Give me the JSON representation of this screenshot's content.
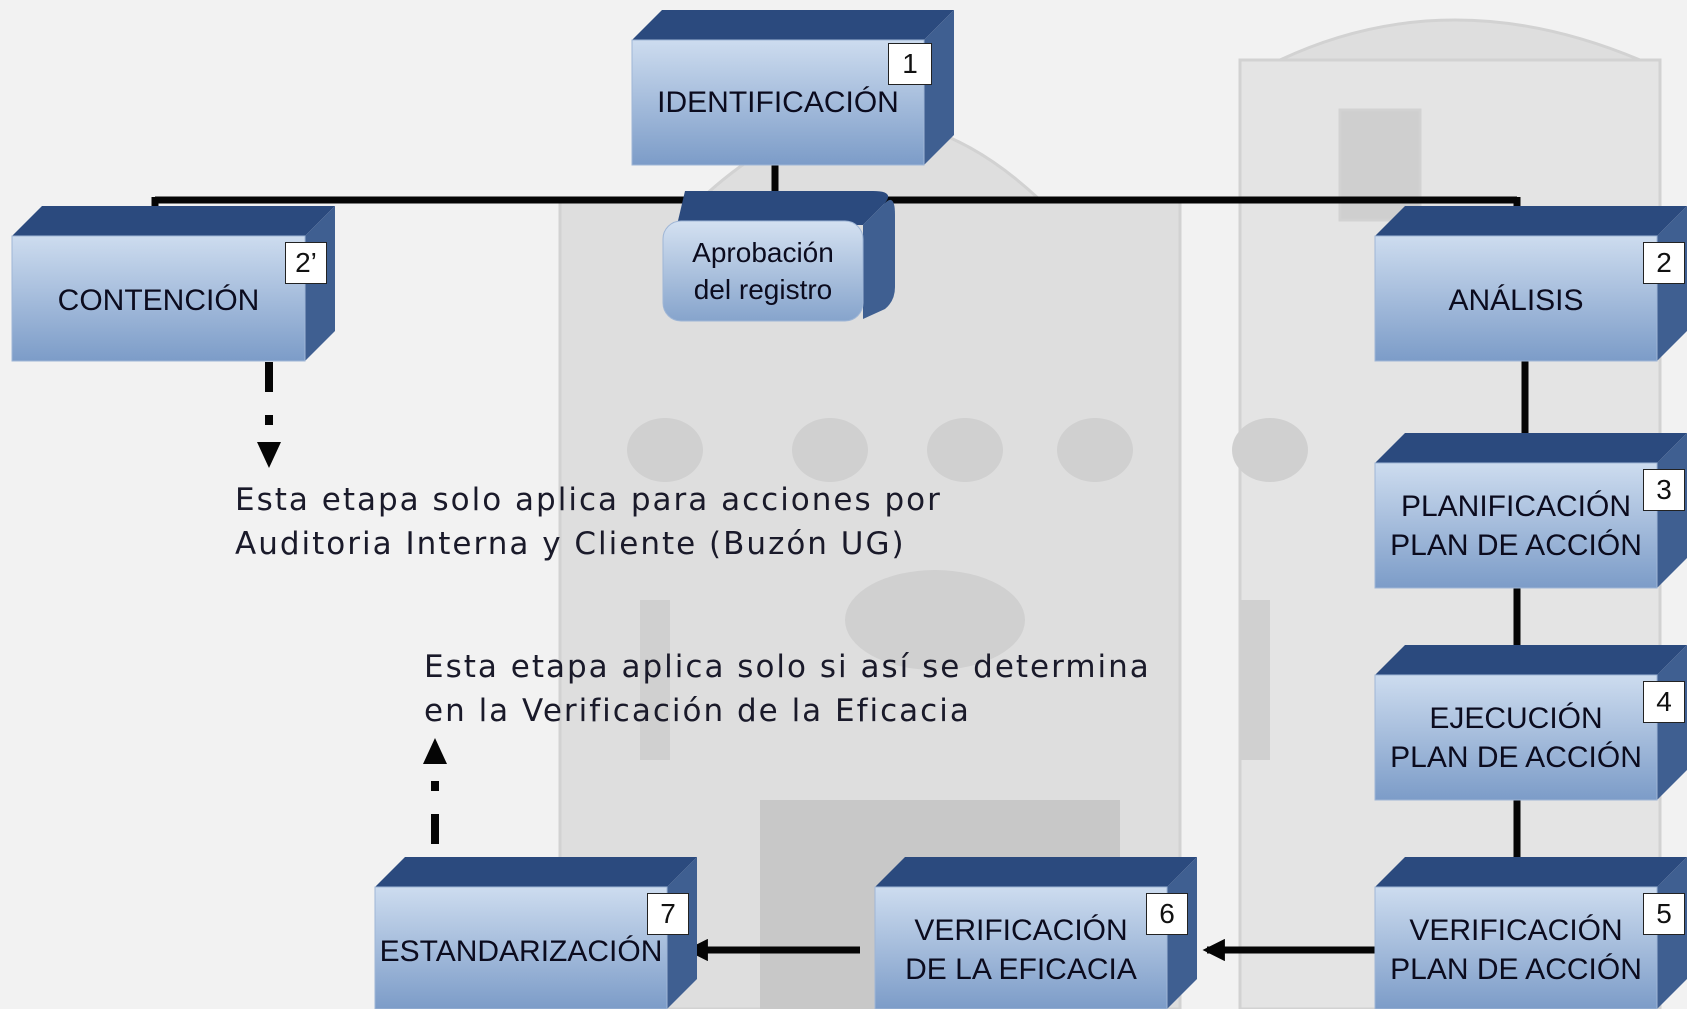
{
  "diagram": {
    "colors": {
      "face_top": "#c9daee",
      "face_bottom": "#7c9cc8",
      "side": "#3f5f91",
      "top": "#2b4a7e",
      "line": "#050505"
    },
    "steps": {
      "identificacion": {
        "label_lines": [
          "IDENTIFICACIÓN"
        ],
        "number": "1"
      },
      "contencion": {
        "label_lines": [
          "CONTENCIÓN"
        ],
        "number": "2’"
      },
      "analisis": {
        "label_lines": [
          "ANÁLISIS"
        ],
        "number": "2"
      },
      "planificacion": {
        "label_lines": [
          "PLANIFICACIÓN",
          "PLAN DE ACCIÓN"
        ],
        "number": "3"
      },
      "ejecucion": {
        "label_lines": [
          "EJECUCIÓN",
          "PLAN DE ACCIÓN"
        ],
        "number": "4"
      },
      "verificacion_plan": {
        "label_lines": [
          "VERIFICACIÓN",
          "PLAN DE ACCIÓN"
        ],
        "number": "5"
      },
      "verificacion_eficacia": {
        "label_lines": [
          "VERIFICACIÓN",
          "DE LA EFICACIA"
        ],
        "number": "6"
      },
      "estandarizacion": {
        "label_lines": [
          "ESTANDARIZACIÓN"
        ],
        "number": "7"
      }
    },
    "approval": {
      "label_lines": [
        "Aprobación",
        "del registro"
      ]
    },
    "notes": {
      "contencion": [
        "Esta etapa solo aplica para acciones por",
        "Auditoria Interna y Cliente (Buzón UG)"
      ],
      "estandarizacion": [
        "Esta etapa aplica solo si así se determina",
        "en la Verificación de la Eficacia"
      ]
    }
  }
}
